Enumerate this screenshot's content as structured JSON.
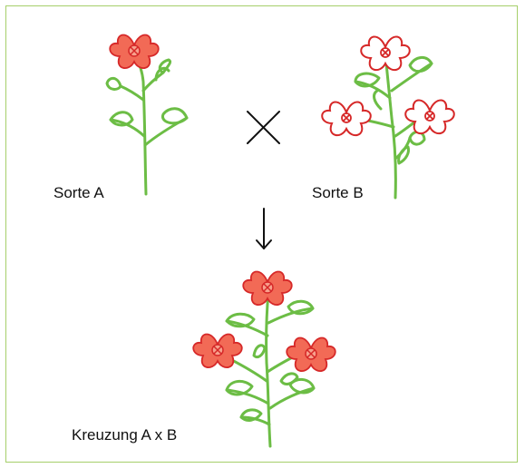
{
  "labels": {
    "variety_a": "Sorte A",
    "variety_b": "Sorte B",
    "cross": "Kreuzung A x B"
  },
  "colors": {
    "border": "#a6cf6a",
    "stem": "#6cbd45",
    "petal_fill": "#f26a56",
    "petal_outline": "#d62828",
    "petal_inner": "#f7a08c",
    "text": "#111111"
  },
  "symbols": {
    "cross_operator": "times-icon",
    "result_arrow": "arrow-down-icon"
  }
}
